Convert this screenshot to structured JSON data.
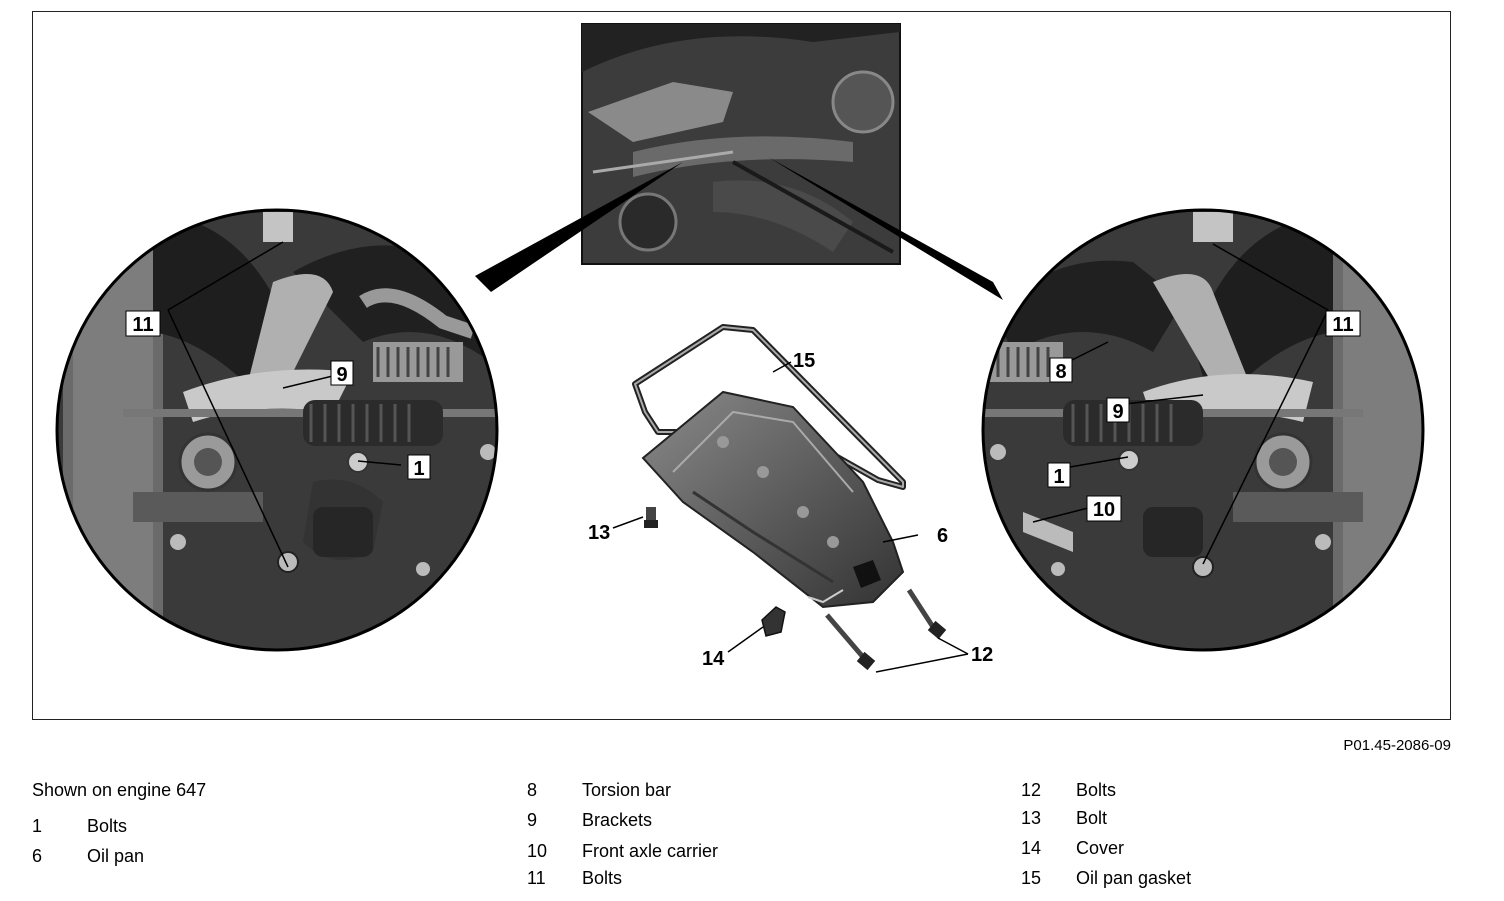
{
  "figure_id": "P01.45-2086-09",
  "shown_on": "Shown on engine 647",
  "callouts": {
    "c1_left": "1",
    "c1_right": "1",
    "c6": "6",
    "c8": "8",
    "c9_left": "9",
    "c9_right": "9",
    "c10": "10",
    "c11_left": "11",
    "c11_right": "11",
    "c12": "12",
    "c13": "13",
    "c14": "14",
    "c15": "15"
  },
  "legend": {
    "col1": [
      {
        "num": "1",
        "label": "Bolts"
      },
      {
        "num": "6",
        "label": "Oil pan"
      }
    ],
    "col2": [
      {
        "num": "8",
        "label": "Torsion bar"
      },
      {
        "num": "9",
        "label": "Brackets"
      },
      {
        "num": "10",
        "label": "Front axle carrier"
      },
      {
        "num": "11",
        "label": "Bolts"
      }
    ],
    "col3": [
      {
        "num": "12",
        "label": "Bolts"
      },
      {
        "num": "13",
        "label": "Bolt"
      },
      {
        "num": "14",
        "label": "Cover"
      },
      {
        "num": "15",
        "label": "Oil pan gasket"
      }
    ]
  }
}
